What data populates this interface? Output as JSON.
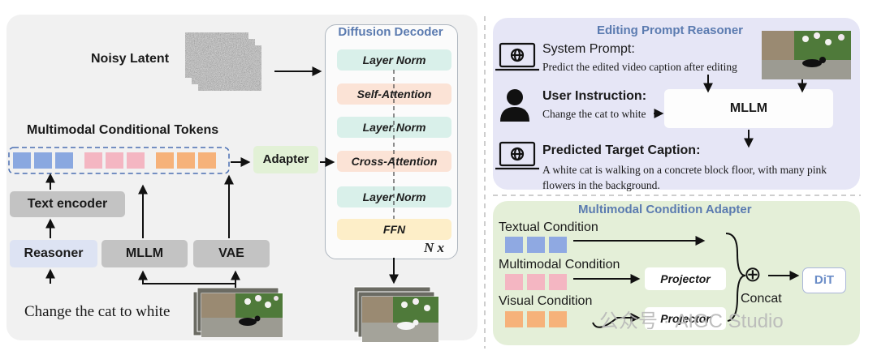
{
  "left": {
    "noisy_latent": "Noisy Latent",
    "tokens_title": "Multimodal Conditional Tokens",
    "adapter": "Adapter",
    "text_encoder": "Text encoder",
    "reasoner": "Reasoner",
    "mllm": "MLLM",
    "vae": "VAE",
    "instruction": "Change the cat to white"
  },
  "decoder": {
    "title": "Diffusion Decoder",
    "layers": [
      "Layer Norm",
      "Self-Attention",
      "Layer Norm",
      "Cross-Attention",
      "Layer Norm",
      "FFN"
    ],
    "repeat": "N x"
  },
  "reasoner_panel": {
    "title": "Editing Prompt Reasoner",
    "system_prompt_label": "System Prompt:",
    "system_prompt_text": "Predict the edited video caption after editing",
    "user_instruction_label": "User Instruction:",
    "user_instruction_text": "Change the cat to white",
    "mllm": "MLLM",
    "predicted_label": "Predicted Target Caption:",
    "predicted_text": "A white cat is walking on a concrete block floor, with many pink flowers in the background."
  },
  "adapter_panel": {
    "title": "Multimodal Condition Adapter",
    "textual": "Textual Condition",
    "multimodal": "Multimodal Condition",
    "visual": "Visual Condition",
    "projector1": "Projector",
    "projector2": "Projector",
    "concat": "Concat",
    "concat_symbol": "⊕",
    "dit": "DiT"
  },
  "watermark": "公众号 · AIGC Studio",
  "colors": {
    "decoder_title": "#5b7bb0",
    "token_blue": "#8aa8e0",
    "token_pink": "#f4b6c2",
    "token_orange": "#f6b27a",
    "layer_norm": "#d9f0ea",
    "attention": "#fbe3d6",
    "ffn": "#fdeec8"
  }
}
